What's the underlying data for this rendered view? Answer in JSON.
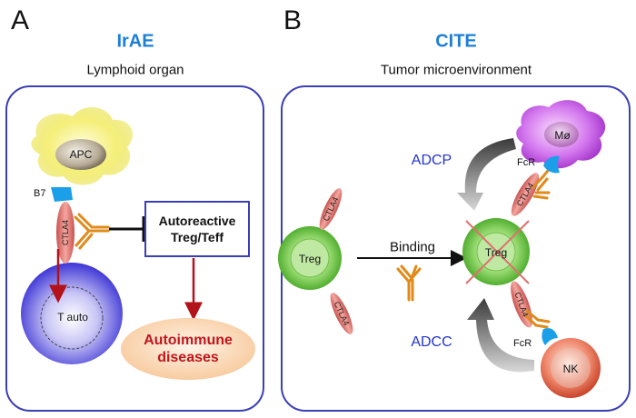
{
  "panel_a": {
    "letter": "A",
    "title": "IrAE",
    "subtitle": "Lymphoid organ",
    "apc_label": "APC",
    "b7_label": "B7",
    "ctla4_label": "CTLA4",
    "tauto_label": "T auto",
    "box_line1": "Autoreactive",
    "box_line2": "Treg/Teff",
    "disease_line1": "Autoimmune",
    "disease_line2": "diseases"
  },
  "panel_b": {
    "letter": "B",
    "title": "CITE",
    "subtitle": "Tumor microenvironment",
    "treg_left_label": "Treg",
    "treg_target_label": "Treg",
    "binding_label": "Binding",
    "adcp_label": "ADCP",
    "adcc_label": "ADCC",
    "fcr_label": "FcR",
    "macrophage_label": "Mø",
    "nk_label": "NK",
    "ctla4_label": "CTLA4"
  },
  "colors": {
    "frame": "#3b3fb5",
    "title_blue": "#1f7fd6",
    "arrow_red": "#b2121a",
    "antibody": "#e08a1a",
    "receptor_blue": "#1a9fe8",
    "cross_red": "#e07070"
  }
}
